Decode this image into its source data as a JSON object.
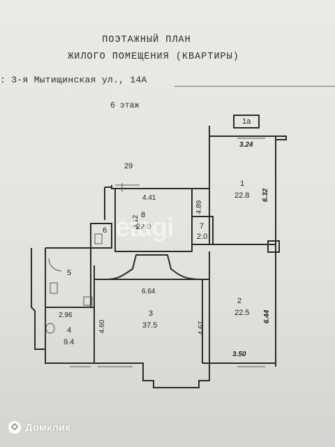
{
  "document": {
    "title_line1": "ПОЭТАЖНЫЙ ПЛАН",
    "title_line2": "ЖИЛОГО ПОМЕЩЕНИЯ (КВАРТИРЫ)",
    "address": ": 3-я Мытищинская ул., 14А",
    "floor": "6 этаж"
  },
  "plan": {
    "corridor_label": "29",
    "rooms": [
      {
        "id": "1a",
        "number": "1а"
      },
      {
        "id": "1",
        "number": "1",
        "area": "22.8"
      },
      {
        "id": "2",
        "number": "2",
        "area": "22.5"
      },
      {
        "id": "3",
        "number": "3",
        "area": "37.5"
      },
      {
        "id": "4",
        "number": "4",
        "area": "9.4"
      },
      {
        "id": "5",
        "number": "5"
      },
      {
        "id": "6",
        "number": "6"
      },
      {
        "id": "7",
        "number": "7",
        "area": "2.0"
      },
      {
        "id": "8",
        "number": "8",
        "area": "22.0"
      }
    ],
    "dimensions": {
      "d_324": "3.24",
      "d_632": "6.32",
      "d_441": "4.41",
      "d_489": "4.89",
      "d_312": "3.12",
      "d_664": "6.64",
      "d_296": "2.96",
      "d_460": "4.60",
      "d_467": "4.67",
      "d_644": "6.44",
      "d_350": "3.50"
    }
  },
  "watermark": "etagi",
  "brand": {
    "name": "Домклик",
    "icon": "house-diamond-icon"
  }
}
